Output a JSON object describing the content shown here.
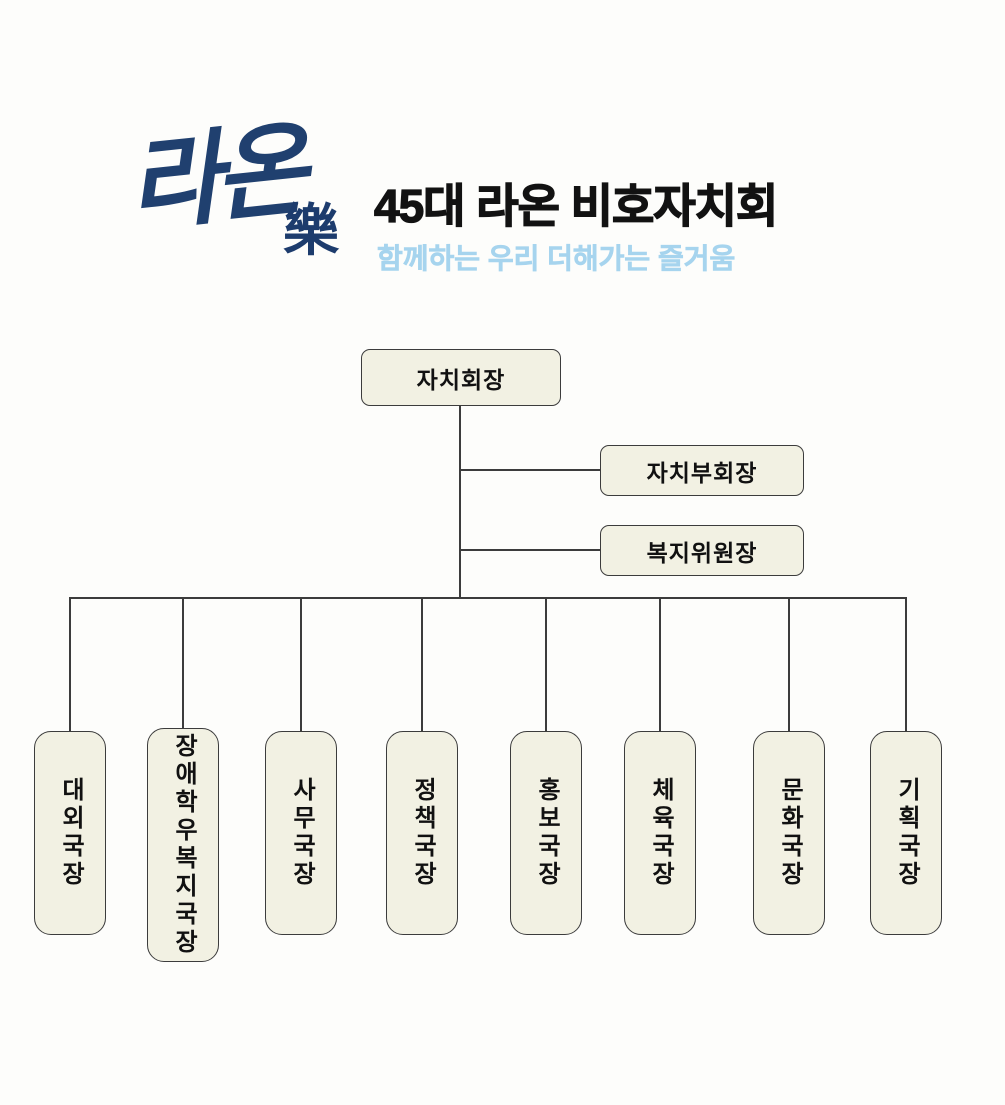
{
  "page": {
    "background": "#fdfdfb"
  },
  "logo": {
    "script_text": "라온",
    "hanja": "樂",
    "color": "#20406f"
  },
  "header": {
    "title": "45대 라온 비호자치회",
    "subtitle": "함께하는 우리 더해가는 즐거움",
    "title_color": "#121212",
    "subtitle_color": "#a6d4ee"
  },
  "org": {
    "box_fill": "#f2f1e3",
    "box_border": "#3c3c3c",
    "line_color": "#3c3c3c",
    "president": {
      "label": "자치회장"
    },
    "vice_president": {
      "label": "자치부회장"
    },
    "welfare_chair": {
      "label": "복지위원장"
    },
    "departments": [
      {
        "label": "대외국장"
      },
      {
        "label": "장애학우복지국장"
      },
      {
        "label": "사무국장"
      },
      {
        "label": "정책국장"
      },
      {
        "label": "홍보국장"
      },
      {
        "label": "체육국장"
      },
      {
        "label": "문화국장"
      },
      {
        "label": "기획국장"
      }
    ]
  }
}
